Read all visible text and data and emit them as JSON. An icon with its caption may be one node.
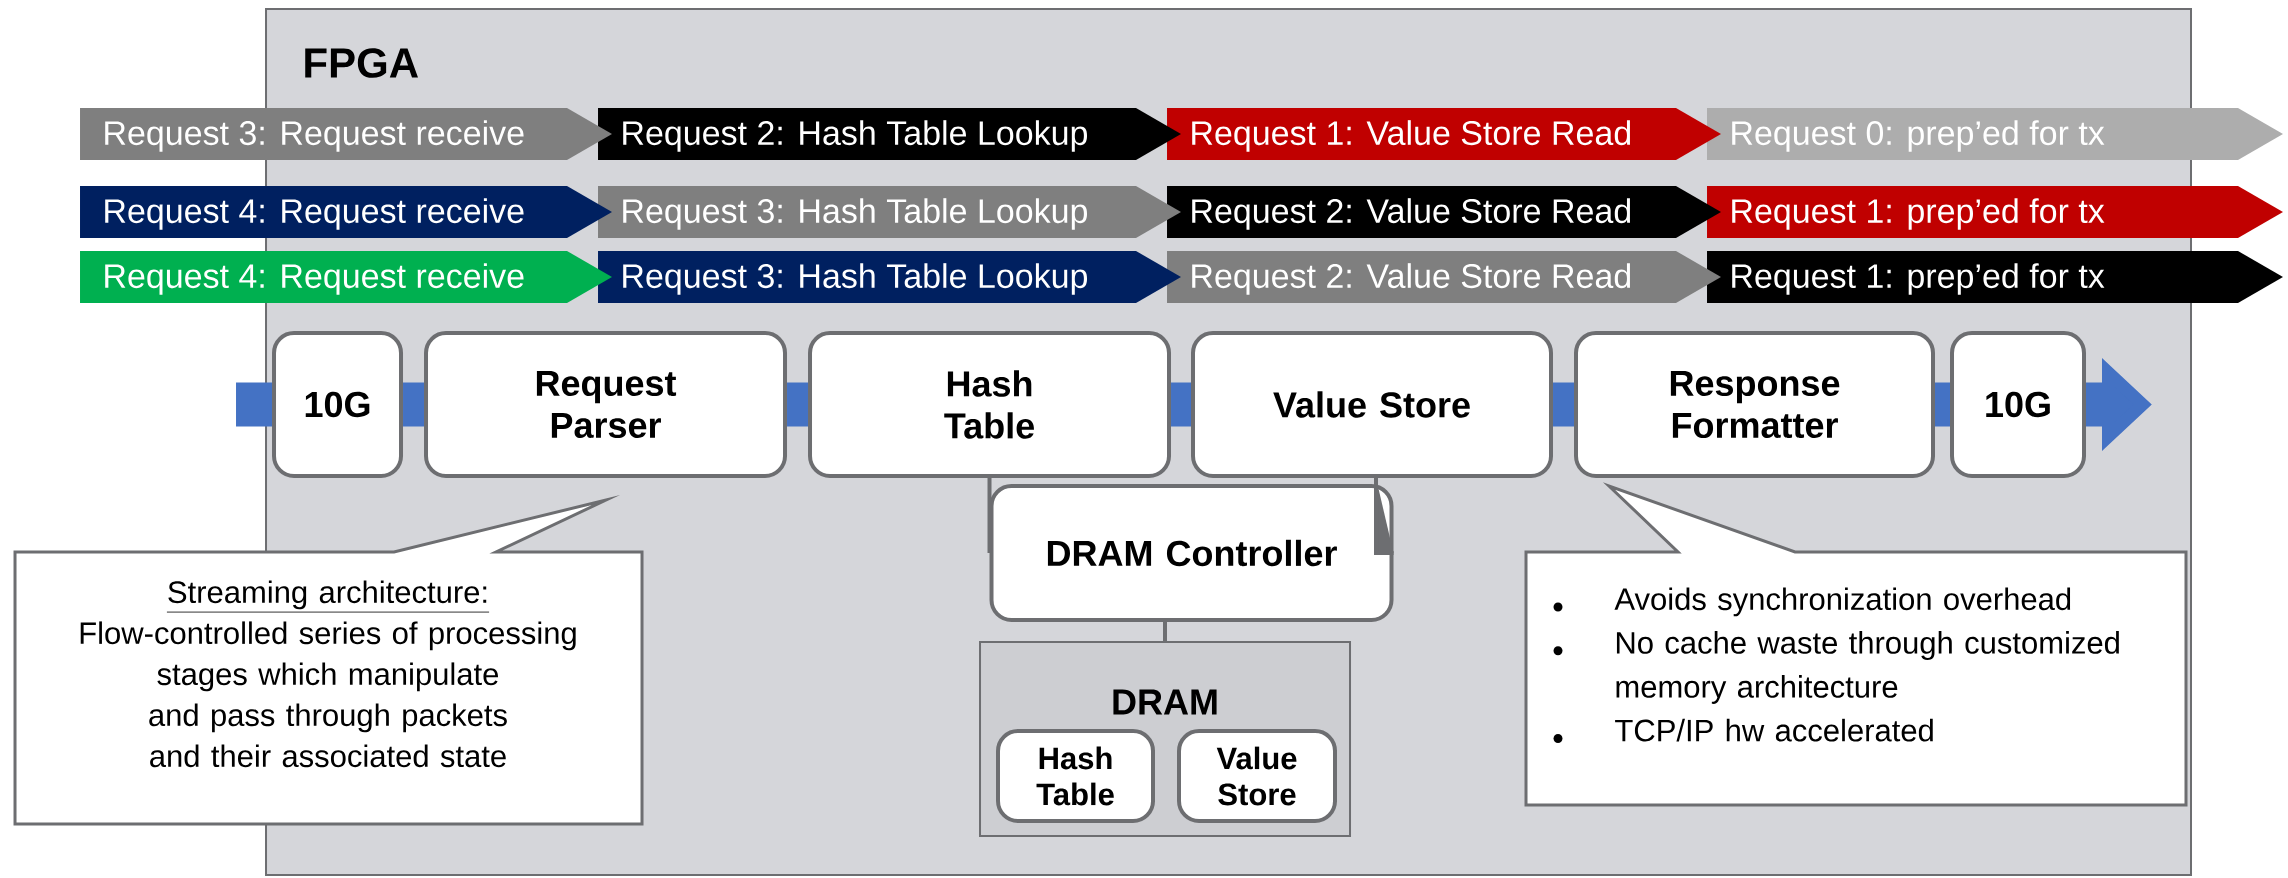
{
  "diagram": {
    "nodes": [
      {
        "text": [
          "FPGA"
        ]
      },
      {
        "text": [
          "Request 3: Request receive"
        ]
      },
      {
        "text": [
          "Request 2: Hash Table Lookup"
        ],
        "in": 0
      },
      {
        "text": [
          "Request 1: Value Store Read"
        ],
        "in": 0
      },
      {
        "text": [
          "Request 0: prep’ed for tx"
        ]
      },
      {
        "text": [
          "Request 4: Request receive"
        ]
      },
      {
        "text": [
          "Request 3: Hash Table Lookup"
        ],
        "in": 0
      },
      {
        "text": [
          "Request 2: Value Store Read"
        ],
        "in": 0
      },
      {
        "text": [
          "Request 1: prep’ed for tx"
        ]
      },
      {
        "text": [
          "Request 4: Request receive"
        ]
      },
      {
        "text": [
          "Request 3: Hash Table Lookup"
        ],
        "in": 0
      },
      {
        "text": [
          "Request 2: Value Store Read"
        ],
        "in": 0
      },
      {
        "text": [
          "Request 1: prep’ed for tx"
        ]
      },
      {
        "text": [
          "10G"
        ],
        "in": 0
      },
      {
        "text": [
          "Request Parser"
        ],
        "in": 0
      },
      {
        "text": [
          "Hash Table"
        ],
        "in": 0
      },
      {
        "text": [
          "Value Store"
        ],
        "in": 0
      },
      {
        "text": [
          "Response Formatter"
        ],
        "in": 0
      },
      {
        "text": [
          "10G"
        ],
        "in": 0
      },
      {
        "text": [
          "DRAM Controller"
        ],
        "in": 0
      },
      {
        "text": [
          "DRAM"
        ],
        "in": 0
      },
      {
        "text": [
          "Hash Table"
        ],
        "in": 20
      },
      {
        "text": [
          "Value Store"
        ],
        "in": 20
      },
      {
        "text": [
          "Streaming architecture:",
          "Flow-controlled series of processing stages which manipulate and pass through packets and their associated state"
        ]
      },
      {
        "text": [
          "Avoids synchronization overhead",
          "No cache waste through customized memory architecture",
          "TCP/IP hw accelerated"
        ],
        "in": 0
      }
    ],
    "edges": [
      {
        "from": null,
        "to": 13,
        "arrow": "none"
      },
      {
        "from": 13,
        "to": 14,
        "arrow": "none"
      },
      {
        "from": 14,
        "to": 15,
        "arrow": "none"
      },
      {
        "from": 15,
        "to": 16,
        "arrow": "none"
      },
      {
        "from": 16,
        "to": 17,
        "arrow": "none"
      },
      {
        "from": 17,
        "to": 18,
        "arrow": "none"
      },
      {
        "from": 18,
        "to": null,
        "arrow": "to"
      },
      {
        "from": 15,
        "to": 19,
        "arrow": "none",
        "color": "#6d6e71"
      },
      {
        "from": 16,
        "to": 19,
        "arrow": "none",
        "color": "#6d6e71"
      },
      {
        "from": 19,
        "to": 20,
        "arrow": "none",
        "color": "#6d6e71"
      }
    ]
  }
}
